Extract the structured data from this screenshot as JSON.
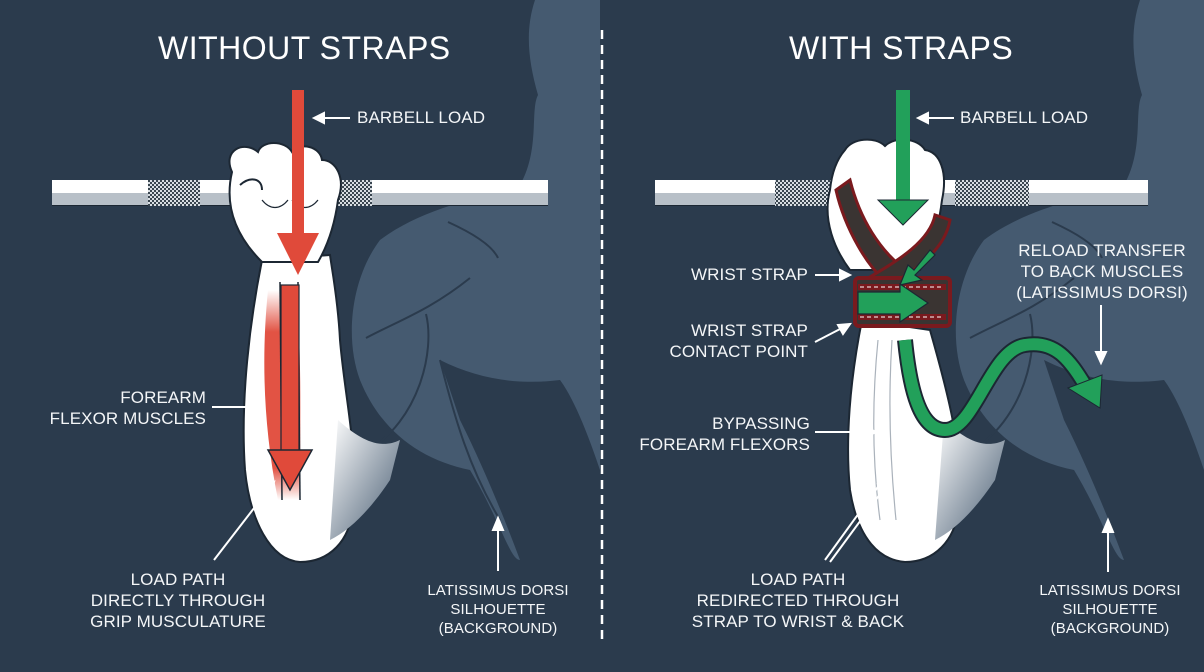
{
  "colors": {
    "background": "#2b3b4d",
    "silhouette": "#455a70",
    "silhouette_dark": "#2b3b4d",
    "load_red": "#e04a3a",
    "load_green": "#22a05a",
    "strap_dark": "#3a3432",
    "strap_red": "#7a1a1e",
    "bar_white": "#ffffff",
    "bar_gray": "#b8c0c8",
    "divider": "#ffffff"
  },
  "left_panel": {
    "title": "WITHOUT STRAPS",
    "labels": {
      "barbell_load": "BARBELL LOAD",
      "forearm_flexors": [
        "FOREARM",
        "FLEXOR MUSCLES"
      ],
      "load_path": [
        "LOAD PATH",
        "DIRECTLY THROUGH",
        "GRIP MUSCULATURE"
      ],
      "lat_silhouette": [
        "LATISSIMUS DORSI",
        "SILHOUETTE",
        "(BACKGROUND)"
      ]
    }
  },
  "right_panel": {
    "title": "WITH STRAPS",
    "labels": {
      "barbell_load": "BARBELL LOAD",
      "wrist_strap": "WRIST STRAP",
      "contact_point": [
        "WRIST STRAP",
        "CONTACT POINT"
      ],
      "bypassing": [
        "BYPASSING",
        "FOREARM FLEXORS"
      ],
      "reload_transfer": [
        "RELOAD TRANSFER",
        "TO BACK MUSCLES",
        "(LATISSIMUS DORSI)"
      ],
      "load_path": [
        "LOAD PATH",
        "REDIRECTED THROUGH",
        "STRAP TO WRIST & BACK"
      ],
      "lat_silhouette": [
        "LATISSIMUS DORSI",
        "SILHOUETTE",
        "(BACKGROUND)"
      ]
    }
  }
}
